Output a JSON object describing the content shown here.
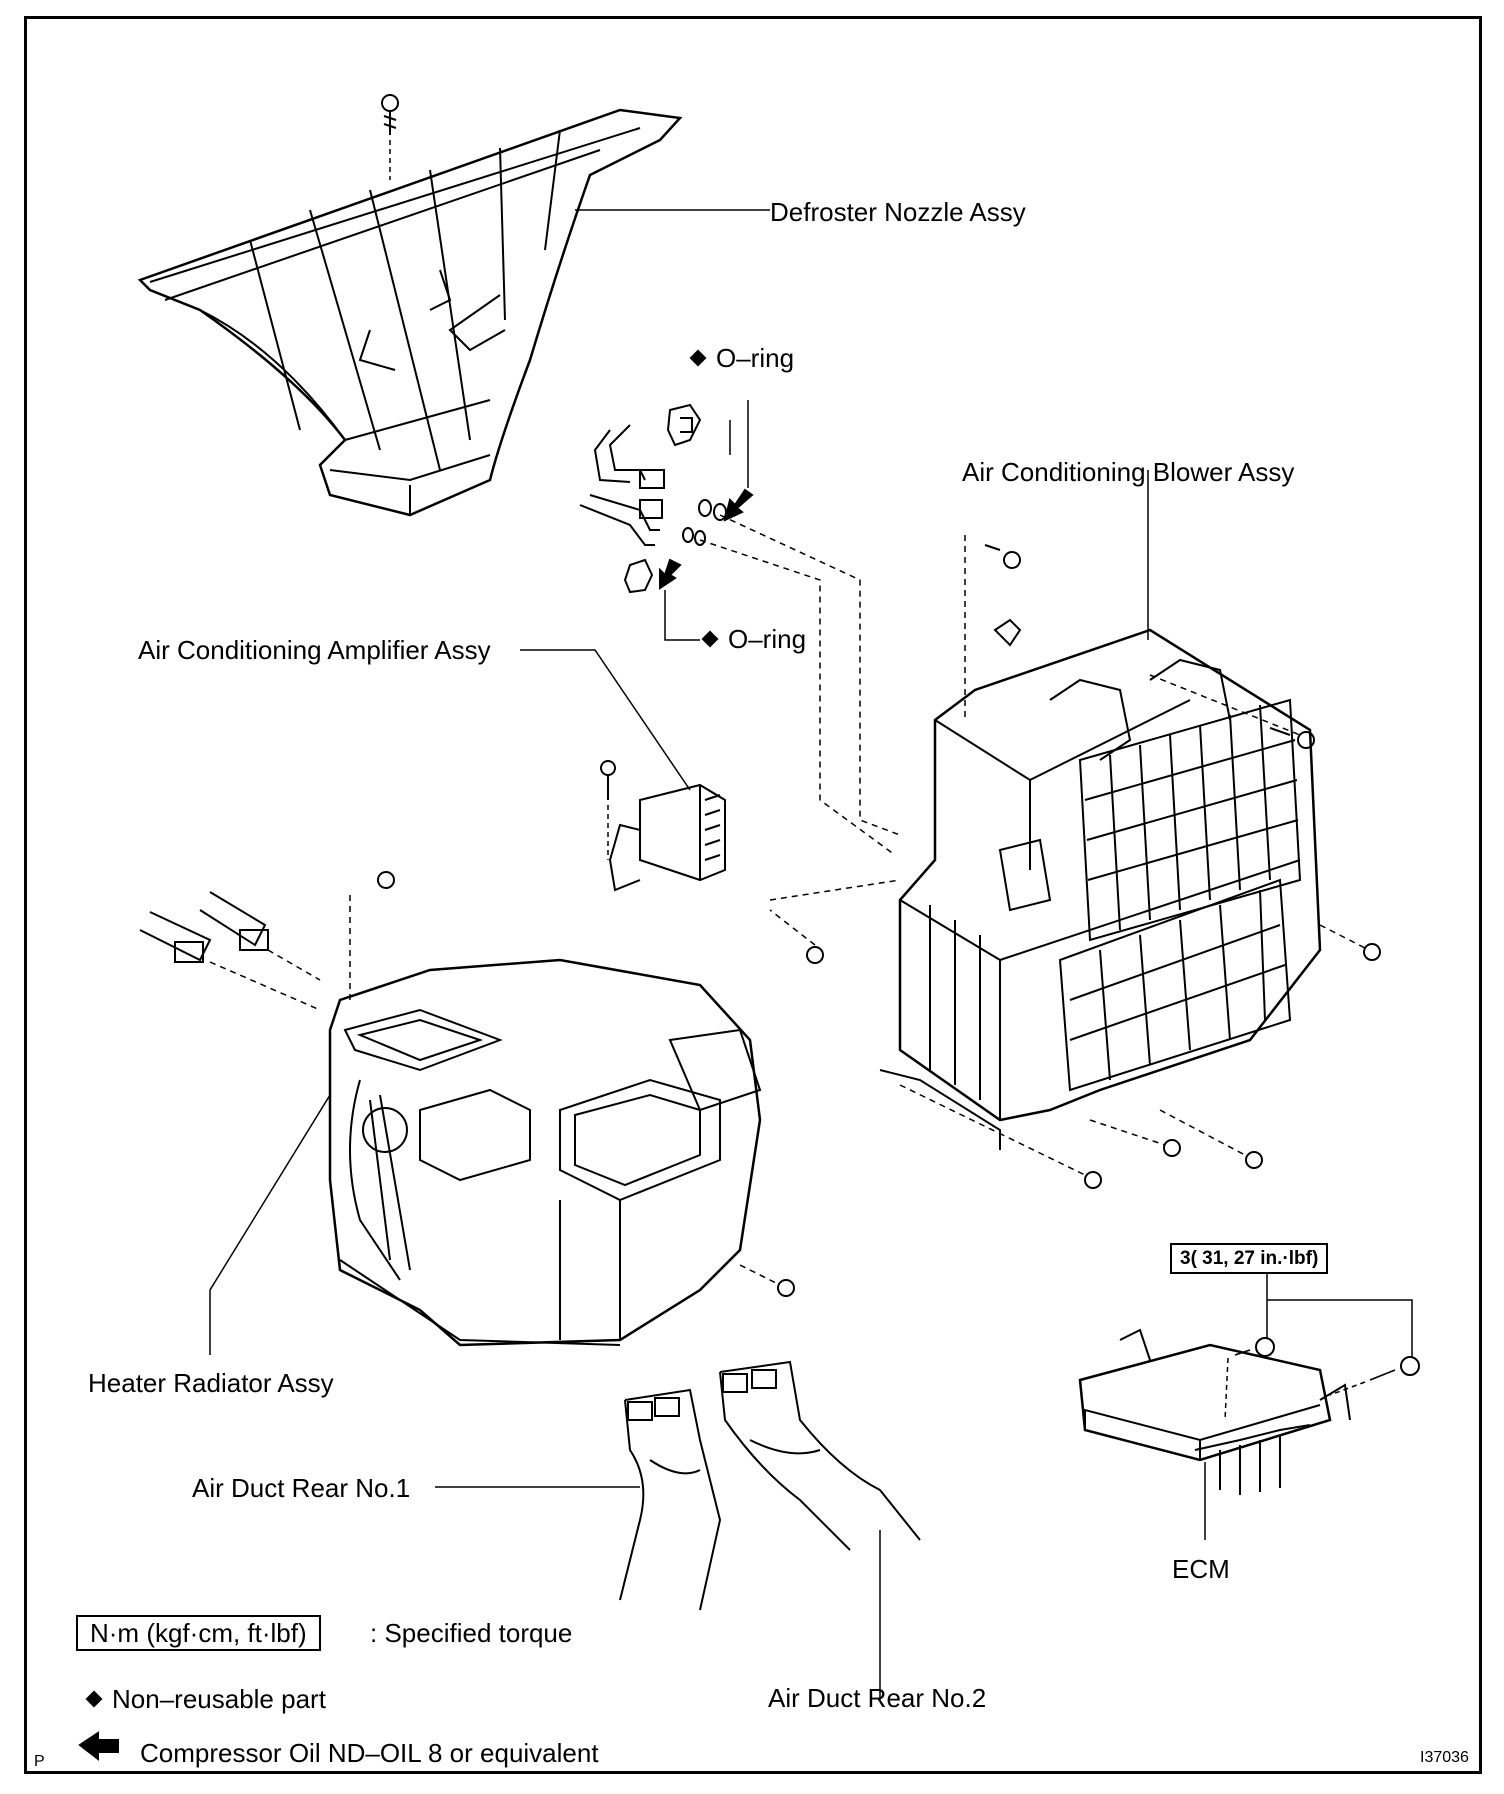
{
  "labels": {
    "defroster_nozzle": "Defroster Nozzle Assy",
    "o_ring_1": "O–ring",
    "o_ring_2": "O–ring",
    "blower_assy": "Air Conditioning Blower Assy",
    "amplifier_assy": "Air Conditioning Amplifier Assy",
    "heater_radiator": "Heater Radiator Assy",
    "air_duct_rear_1": "Air Duct Rear No.1",
    "air_duct_rear_2": "Air Duct Rear No.2",
    "ecm": "ECM",
    "torque_value": "3( 31, 27 in.·lbf)"
  },
  "legend": {
    "torque_units": "N·m (kgf·cm, ft·lbf)",
    "torque_text": ": Specified torque",
    "non_reusable": "Non–reusable part",
    "compressor_oil": "Compressor Oil ND–OIL 8 or equivalent"
  },
  "footer": {
    "left_code": "P",
    "figure_id": "I37036"
  }
}
